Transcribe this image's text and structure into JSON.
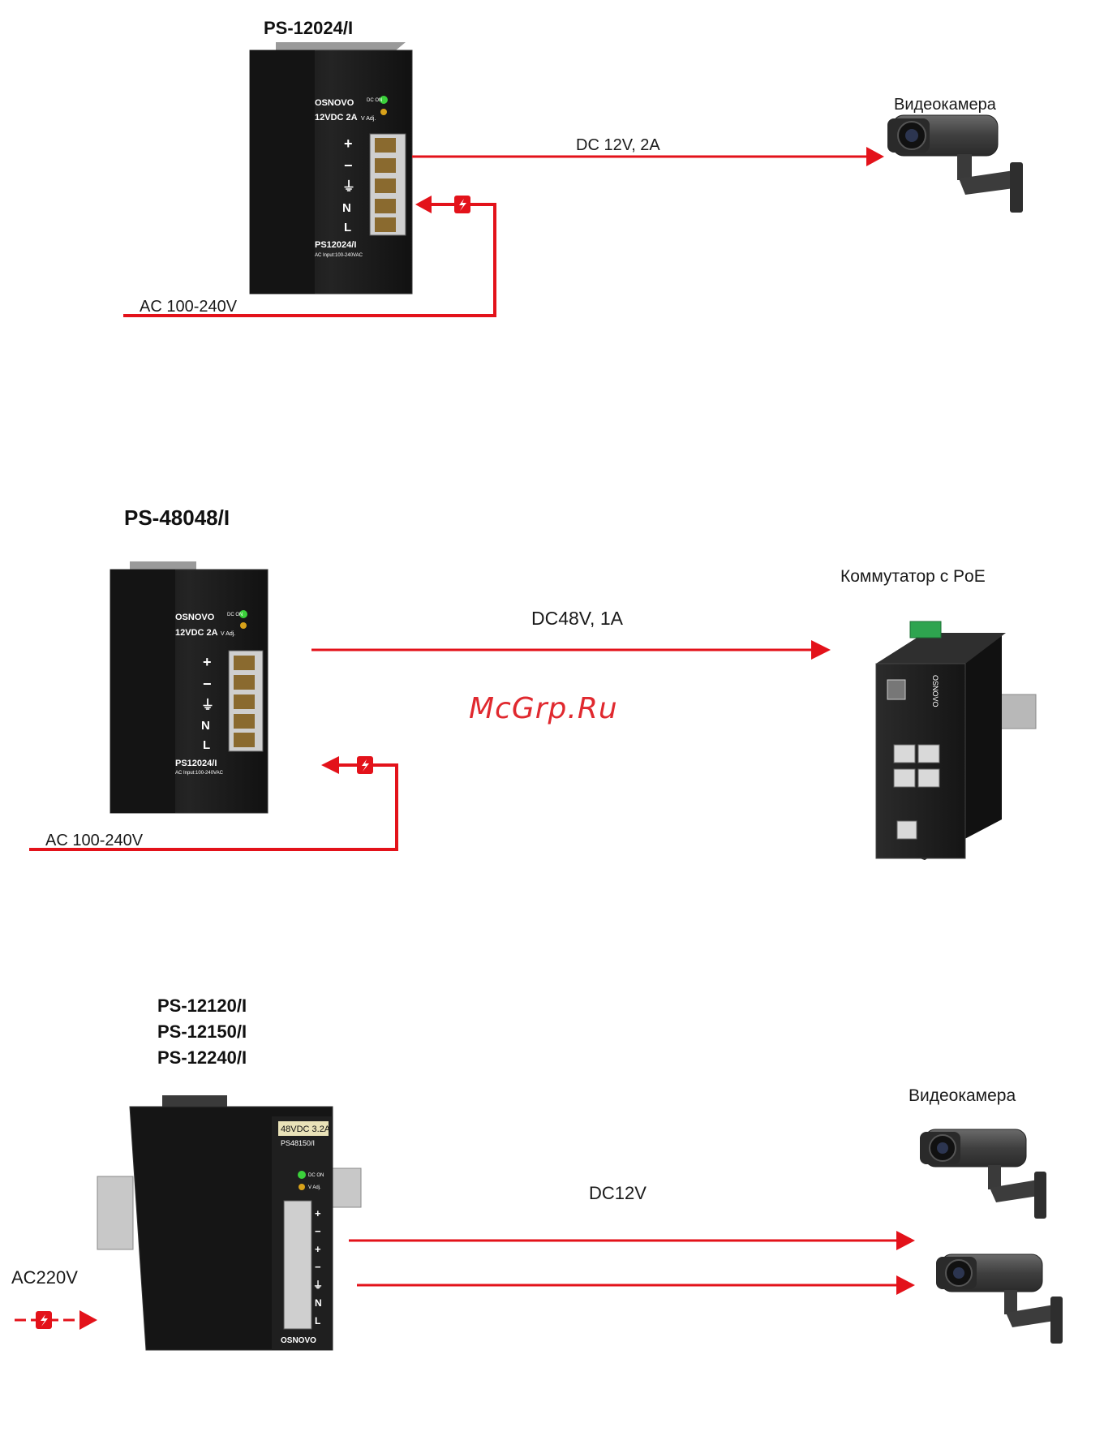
{
  "colors": {
    "wire": "#e3121a",
    "device_body": "#1c1c1c",
    "device_edge": "#3a3a3a",
    "watermark": "#e0292f"
  },
  "watermark": "McGrp.Ru",
  "diagram1": {
    "model": "PS-12024/I",
    "device": {
      "brand": "OSNOVO",
      "led": "DC ON",
      "rating": "12VDC 2A",
      "adj": "V Adj.",
      "terminals": [
        "+",
        "−",
        "⏚",
        "N",
        "L"
      ],
      "name": "PS12024/I",
      "input": "AC Input:100-240VAC"
    },
    "output_label": "DC 12V, 2A",
    "input_label": "AC 100-240V",
    "target_label": "Видеокамера",
    "target_icon": "camera-icon",
    "fuse_icon": "lightning-icon"
  },
  "diagram2": {
    "model": "PS-48048/I",
    "device": {
      "brand": "OSNOVO",
      "led": "DC ON",
      "rating": "12VDC 2A",
      "adj": "V Adj.",
      "terminals": [
        "+",
        "−",
        "⏚",
        "N",
        "L"
      ],
      "name": "PS12024/I",
      "input": "AC Input:100-240VAC"
    },
    "output_label": "DC48V, 1A",
    "input_label": "AC 100-240V",
    "target_label": "Коммутатор с PoE",
    "target_icon": "poe-switch-icon",
    "switch_brand": "OSNOVO",
    "fuse_icon": "lightning-icon"
  },
  "diagram3": {
    "models": [
      "PS-12120/I",
      "PS-12150/I",
      "PS-12240/I"
    ],
    "device": {
      "rating": "48VDC 3.2A",
      "name": "PS48150/I",
      "led": "DC ON",
      "adj": "V Adj.",
      "terminals": [
        "+",
        "−",
        "+",
        "−",
        "⏚",
        "N",
        "L"
      ],
      "brand": "OSNOVO"
    },
    "output_label": "DC12V",
    "input_label": "AC220V",
    "target_label": "Видеокамера",
    "target_icon": "camera-icon",
    "fuse_icon": "lightning-icon"
  }
}
